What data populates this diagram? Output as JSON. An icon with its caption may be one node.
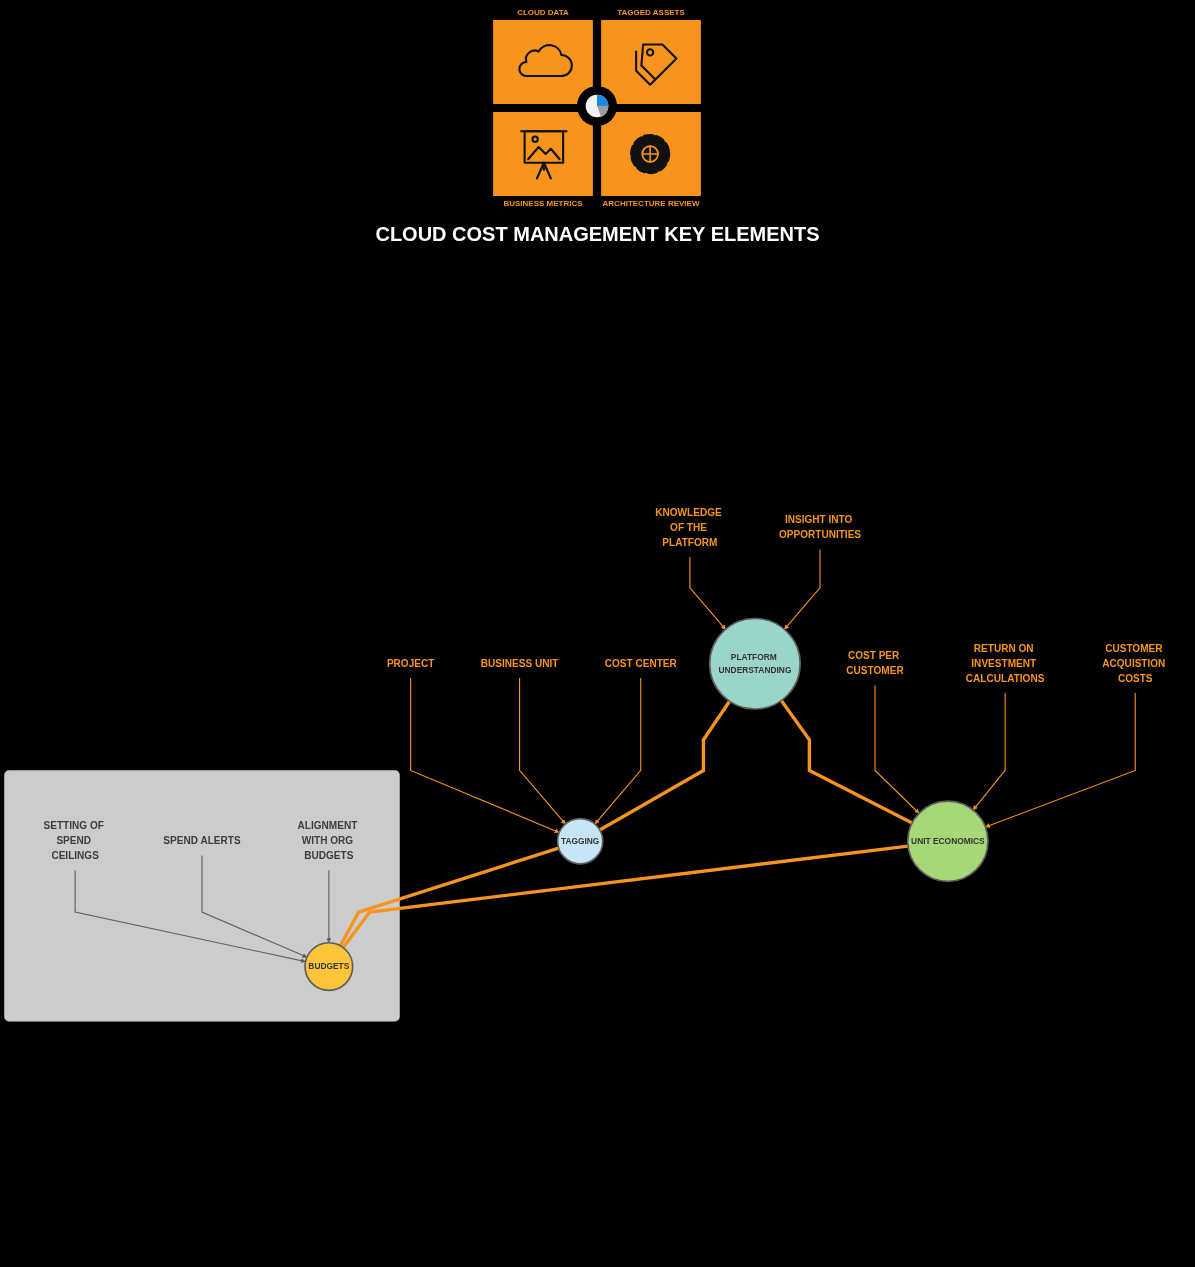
{
  "diagram": {
    "title": "CLOUD COST MANAGEMENT KEY ELEMENTS",
    "nodes": [
      {
        "text": [
          "KNOWLEDGE OF THE PLATFORM"
        ]
      },
      {
        "text": [
          "INSIGHT INTO OPPORTUNITIES"
        ]
      },
      {
        "text": [
          "PLATFORM UNDERSTANDING"
        ]
      },
      {
        "text": [
          "PROJECT"
        ]
      },
      {
        "text": [
          "COST PER CUSTOMER"
        ]
      },
      {
        "text": [
          "TAGGING"
        ]
      },
      {
        "text": [
          "BUSINESS UNIT"
        ]
      },
      {
        "text": [
          "UNIT ECONOMICS"
        ]
      },
      {
        "text": [
          "RETURN ON INVESTMENT CALCULATIONS"
        ]
      },
      {
        "text": [
          "COST CENTER"
        ]
      },
      {
        "text": [
          "CUSTOMER ACQUISTION COSTS"
        ]
      },
      {
        "text": [],
        "shape": "box"
      },
      {
        "text": [
          "BUDGETS"
        ],
        "in": 11
      },
      {
        "text": [
          "SETTING OF SPEND CEILINGS"
        ],
        "in": 11
      },
      {
        "text": [
          "ALIGNMENT WITH ORG BUDGETS"
        ],
        "in": 11
      },
      {
        "text": [
          "SPEND ALERTS"
        ],
        "in": 11
      }
    ],
    "edges": [
      {
        "from": 0,
        "to": 2,
        "arrow": "to"
      },
      {
        "from": 1,
        "to": 2,
        "arrow": "to"
      },
      {
        "from": 3,
        "to": 5,
        "arrow": "to"
      },
      {
        "from": 4,
        "to": 7,
        "arrow": "to"
      },
      {
        "from": 6,
        "to": 5,
        "arrow": "to"
      },
      {
        "from": 8,
        "to": 7,
        "arrow": "to"
      },
      {
        "from": 9,
        "to": 5,
        "arrow": "to"
      },
      {
        "from": 10,
        "to": 7,
        "arrow": "to"
      },
      {
        "from": 2,
        "to": 5,
        "arrow": "none",
        "style": "thick"
      },
      {
        "from": 2,
        "to": 7,
        "arrow": "none",
        "style": "thick"
      },
      {
        "from": 5,
        "to": 12,
        "arrow": "none",
        "style": "thick"
      },
      {
        "from": 7,
        "to": 12,
        "arrow": "none",
        "style": "thick"
      },
      {
        "from": 13,
        "to": 12,
        "arrow": "to",
        "color": "#5f5f5f"
      },
      {
        "from": 14,
        "to": 12,
        "arrow": "to",
        "color": "#5f5f5f"
      },
      {
        "from": 15,
        "to": 12,
        "arrow": "to",
        "color": "#5f5f5f"
      }
    ],
    "labels": [
      "CLOUD DATA",
      "TAGGED ASSETS",
      "BUSINESS METRICS",
      "ARCHITECTURE REVIEW"
    ]
  }
}
